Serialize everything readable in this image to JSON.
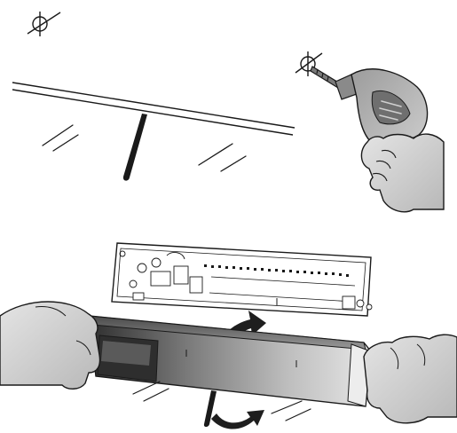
{
  "figure": {
    "kind": "installation-illustration",
    "palette": {
      "background": "#ffffff",
      "line": "#1a1a1a",
      "skin": "#d9d9d9",
      "skin_shadow": "#9a9a9a",
      "drill_body": "#b3b3b3",
      "drill_dark": "#6f6f6f",
      "cover_dark": "#3a3a3a",
      "cover_mid": "#8c8c8c",
      "cover_light": "#dcdcdc",
      "arrow": "#1e1e1e"
    },
    "steps": [
      {
        "name": "mark-drill-position",
        "icons": [
          "crosshair-icon"
        ],
        "elements": [
          "ceiling-line",
          "mounting-rod",
          "glass-reflection-strokes"
        ]
      },
      {
        "name": "drill-hole",
        "icons": [
          "crosshair-icon",
          "power-drill-icon",
          "hand-icon"
        ]
      },
      {
        "name": "attach-cover-to-base",
        "icons": [
          "hand-icon",
          "hand-icon",
          "rotate-arrow-icon",
          "lift-arrow-icon"
        ],
        "elements": [
          "circuit-board-base",
          "cover-housing"
        ]
      }
    ]
  }
}
